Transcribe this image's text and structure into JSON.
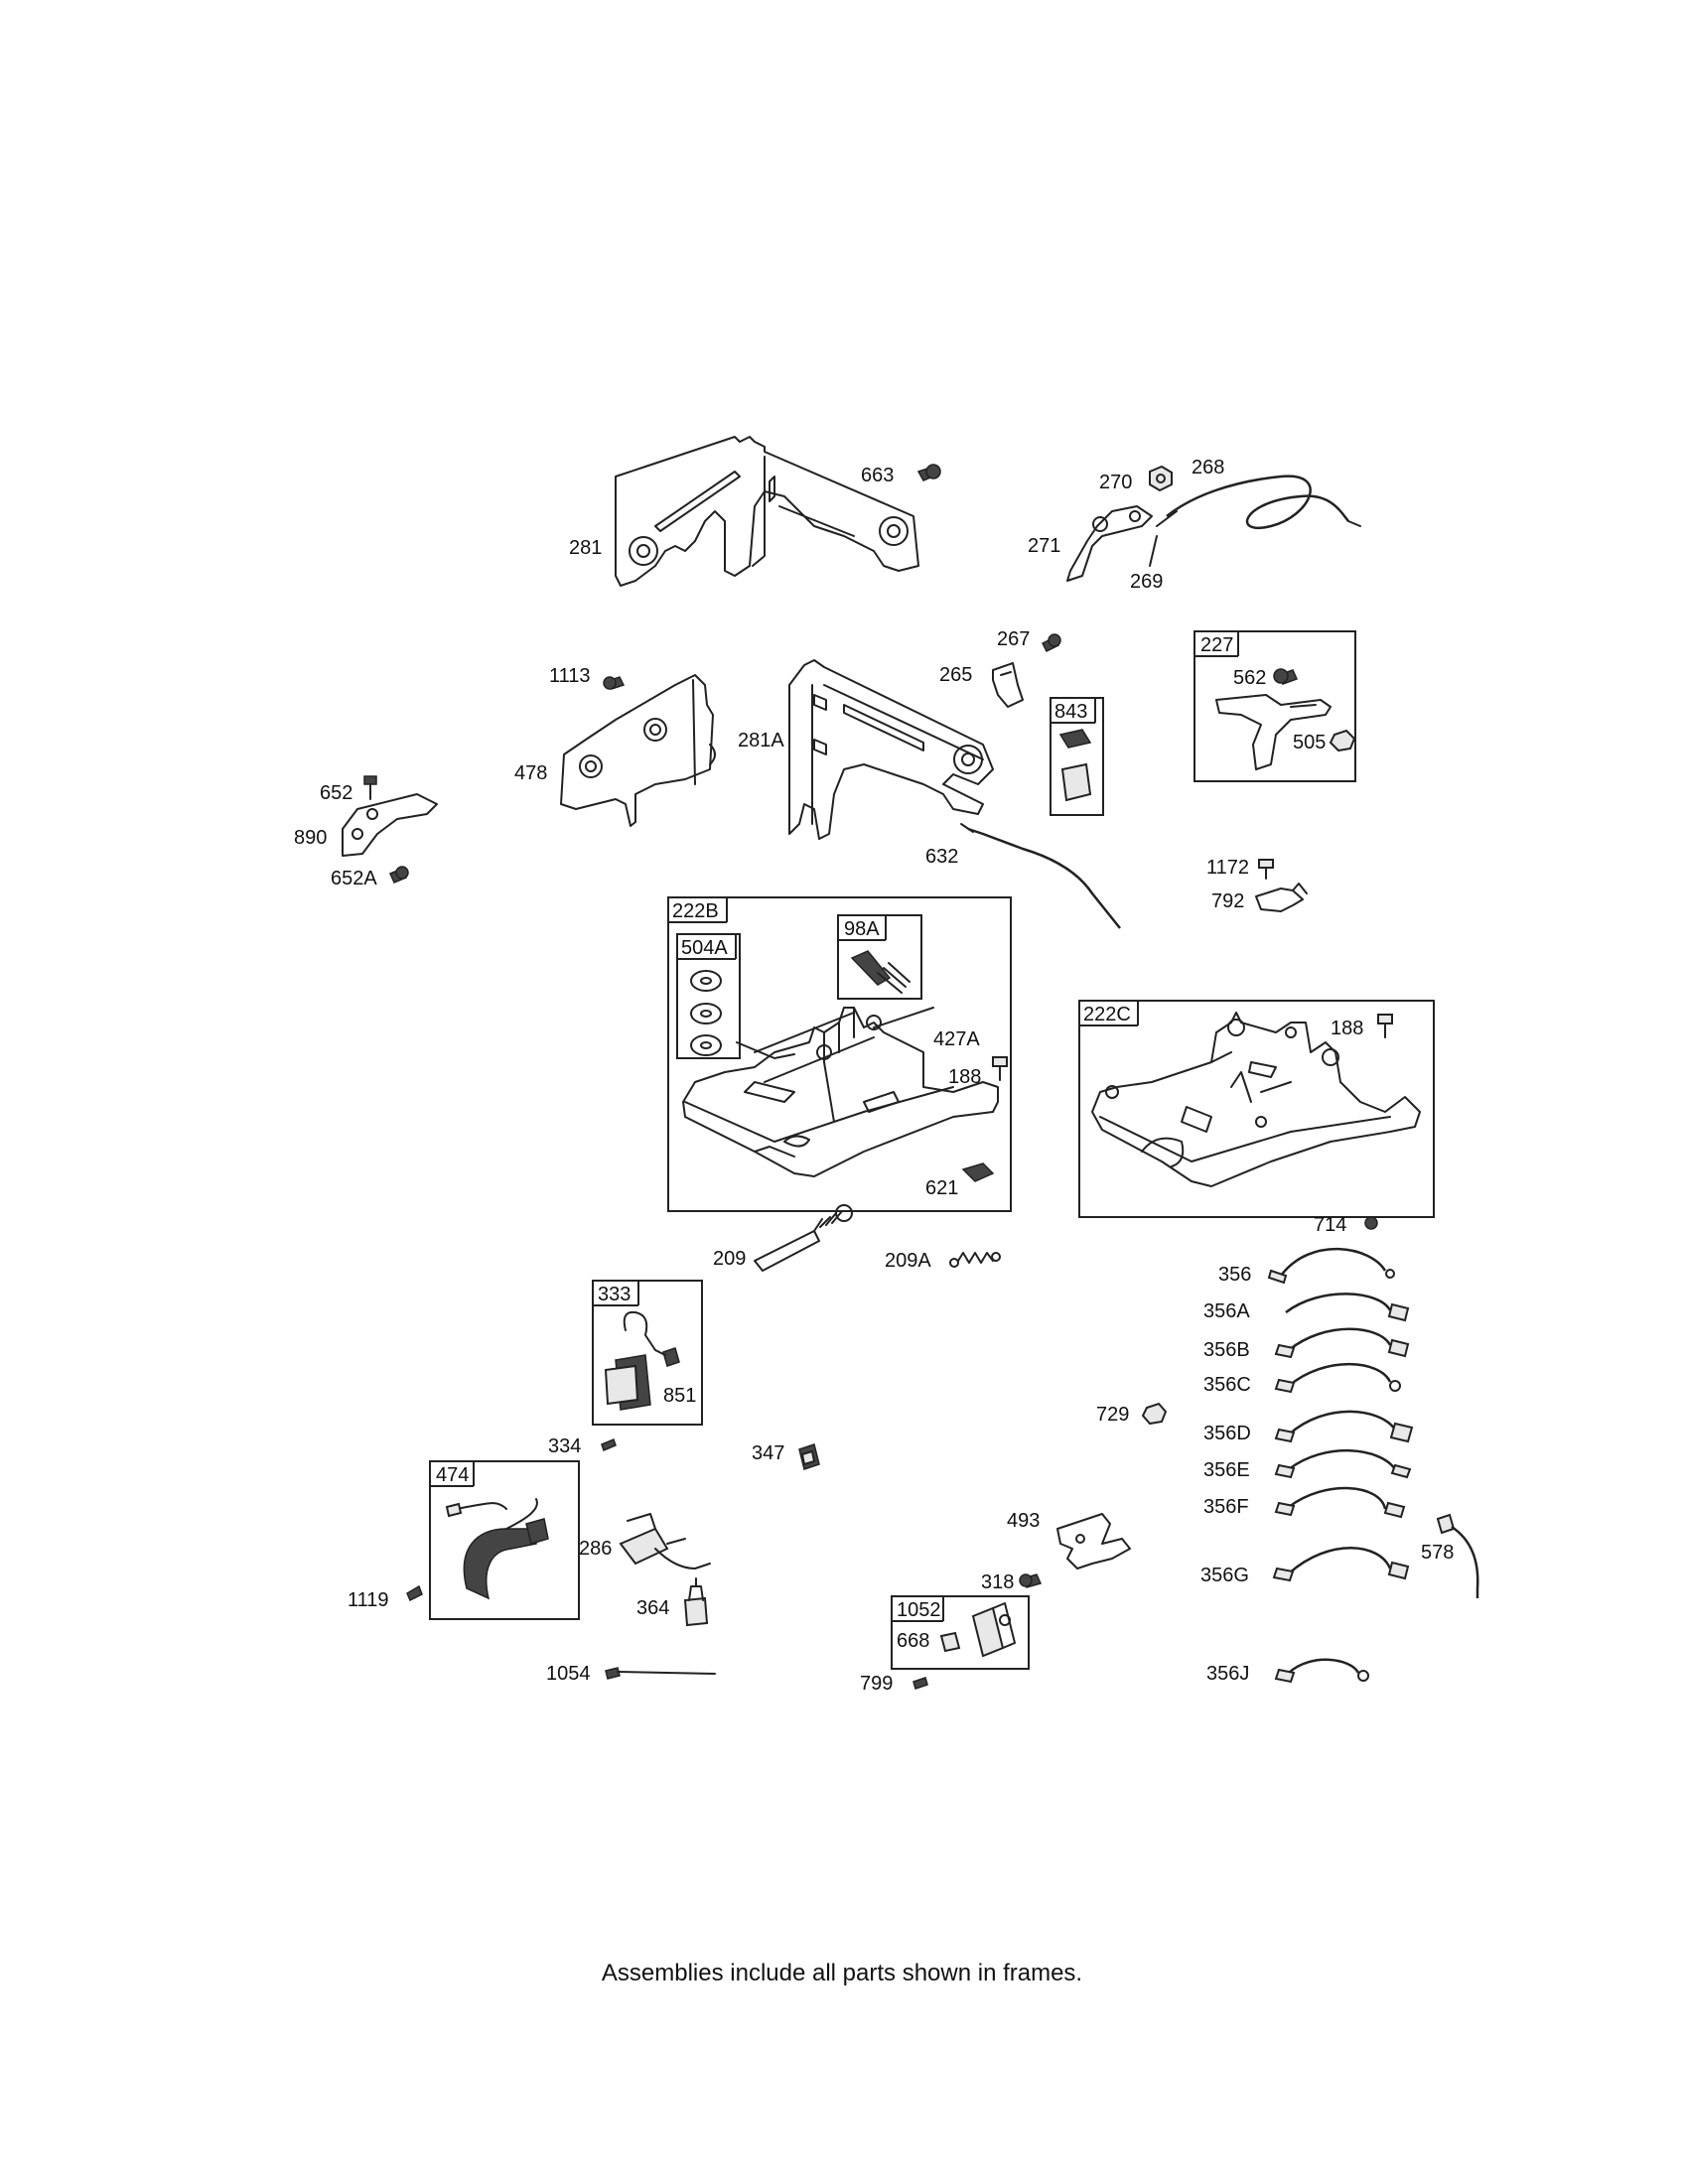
{
  "footer_note": "Assemblies include all parts shown in frames.",
  "frames": {
    "f222B": "222B",
    "f504A": "504A",
    "f98A": "98A",
    "f222C": "222C",
    "f227": "227",
    "f843": "843",
    "f333": "333",
    "f474": "474",
    "f1052": "1052"
  },
  "labels": {
    "l281": "281",
    "l663": "663",
    "l270": "270",
    "l268": "268",
    "l271": "271",
    "l269": "269",
    "l267": "267",
    "l265": "265",
    "l1113": "1113",
    "l478": "478",
    "l281A": "281A",
    "l562": "562",
    "l505": "505",
    "l652": "652",
    "l890": "890",
    "l652A": "652A",
    "l632": "632",
    "l1172": "1172",
    "l792": "792",
    "l427A": "427A",
    "l188a": "188",
    "l621": "621",
    "l188b": "188",
    "l714": "714",
    "l209": "209",
    "l209A": "209A",
    "l356": "356",
    "l356A": "356A",
    "l356B": "356B",
    "l356C": "356C",
    "l356D": "356D",
    "l356E": "356E",
    "l356F": "356F",
    "l356G": "356G",
    "l356J": "356J",
    "l729": "729",
    "l851": "851",
    "l334": "334",
    "l347": "347",
    "l286": "286",
    "l364": "364",
    "l1119": "1119",
    "l1054": "1054",
    "l493": "493",
    "l318": "318",
    "l668": "668",
    "l799": "799",
    "l578": "578"
  }
}
